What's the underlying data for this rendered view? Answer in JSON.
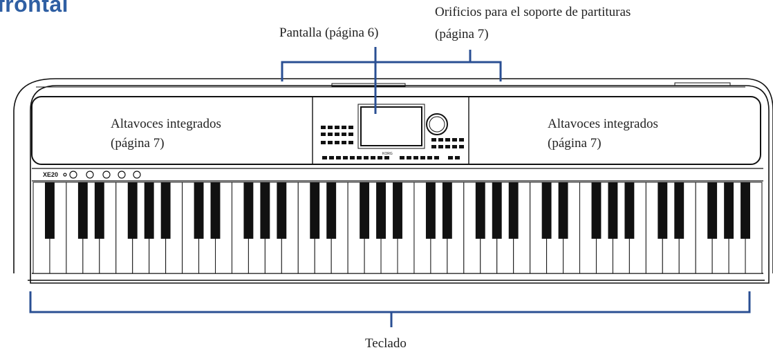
{
  "heading_fragment": "frontal",
  "labels": {
    "pantalla": "Pantalla (página 6)",
    "orificios_line1": "Orificios para el soporte de partituras",
    "orificios_line2": "(página 7)",
    "speaker_left_line1": "Altavoces integrados",
    "speaker_left_line2": "(página 7)",
    "speaker_right_line1": "Altavoces integrados",
    "speaker_right_line2": "(página 7)",
    "teclado": "Teclado"
  },
  "panel": {
    "model": "XE20",
    "brand": "KORG"
  },
  "colors": {
    "heading": "#2f5fa3",
    "callout_line": "#2a4f93",
    "instrument_line": "#111111"
  }
}
